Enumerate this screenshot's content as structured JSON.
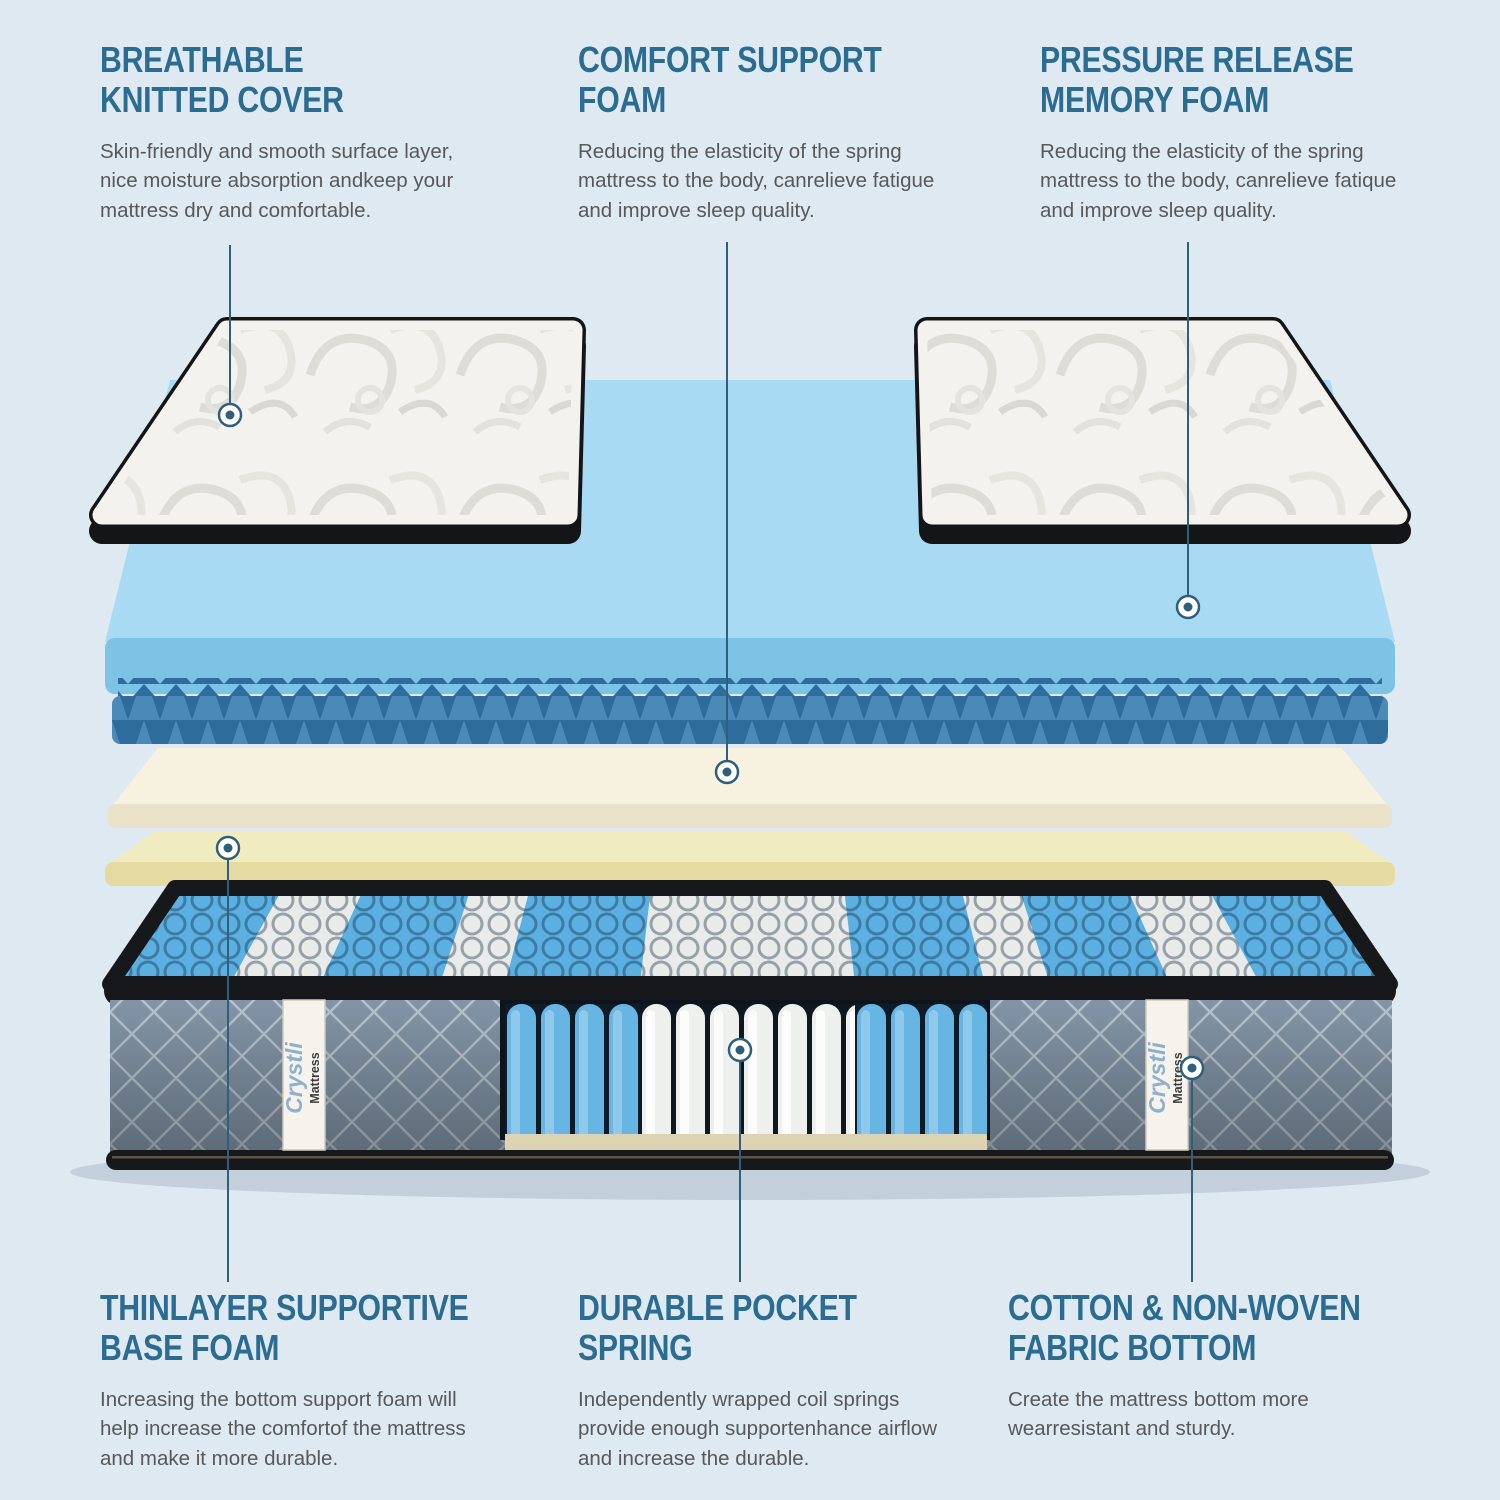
{
  "page": {
    "bg": "#dee9f1",
    "accent": "#2b6c92",
    "line_color": "#2f5f7a"
  },
  "brand": {
    "name": "Crystli",
    "word": "Mattress"
  },
  "callouts": [
    {
      "t1": "BREATHABLE",
      "t2": "KNITTED COVER",
      "body": "Skin-friendly and smooth surface layer, nice moisture absorption andkeep your mattress dry and comfortable."
    },
    {
      "t1": "COMFORT SUPPORT",
      "t2": "FOAM",
      "body": "Reducing the elasticity of the spring mattress to the body, canrelieve fatigue and improve sleep quality."
    },
    {
      "t1": "PRESSURE RELEASE",
      "t2": "MEMORY FOAM",
      "body": "Reducing the elasticity of the spring mattress to the body, canrelieve fatique and improve sleep quality."
    },
    {
      "t1": "THINLAYER SUPPORTIVE",
      "t2": "BASE FOAM",
      "body": "Increasing the bottom support foam will help increase the comfortof the mattress and make it more durable."
    },
    {
      "t1": "DURABLE POCKET",
      "t2": "SPRING",
      "body": "Independently wrapped coil springs provide enough supportenhance airflow and increase the durable."
    },
    {
      "t1": "COTTON & NON-WOVEN",
      "t2": "FABRIC BOTTOM",
      "body": "Create the mattress bottom more wearresistant and sturdy."
    }
  ]
}
